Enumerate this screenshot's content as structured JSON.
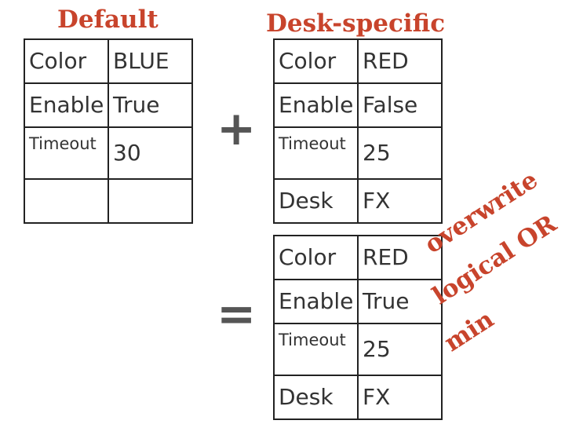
{
  "default": {
    "title": "Default",
    "rows": [
      {
        "key": "Color",
        "value": "BLUE"
      },
      {
        "key": "Enable",
        "value": "True"
      },
      {
        "key": "Timeout",
        "value": "30"
      },
      {
        "key": "",
        "value": ""
      }
    ]
  },
  "desk_specific": {
    "title": "Desk-specific",
    "rows": [
      {
        "key": "Color",
        "value": "RED"
      },
      {
        "key": "Enable",
        "value": "False"
      },
      {
        "key": "Timeout",
        "value": "25"
      },
      {
        "key": "Desk",
        "value": "FX"
      }
    ]
  },
  "result": {
    "rows": [
      {
        "key": "Color",
        "value": "RED"
      },
      {
        "key": "Enable",
        "value": "True"
      },
      {
        "key": "Timeout",
        "value": "25"
      },
      {
        "key": "Desk",
        "value": "FX"
      }
    ]
  },
  "operators": {
    "plus": "+",
    "equals": "="
  },
  "notes": {
    "overwrite": "overwrite",
    "logical_or": "logical OR",
    "min": "min"
  },
  "colors": {
    "heading_accent": "#c8442c",
    "text": "#333333",
    "border": "#222222",
    "operator": "#555555"
  }
}
